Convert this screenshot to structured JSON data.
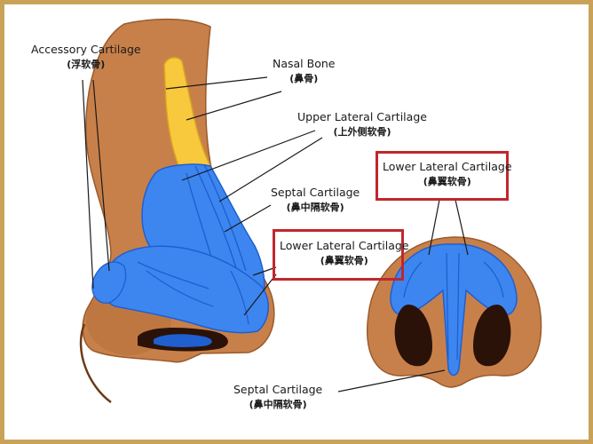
{
  "labels": {
    "accessory": {
      "en": "Accessory Cartilage",
      "zh": "(浮软骨)"
    },
    "nasal_bone": {
      "en": "Nasal Bone",
      "zh": "(鼻骨)"
    },
    "upper_lateral": {
      "en": "Upper Lateral Cartilage",
      "zh": "(上外侧软骨)"
    },
    "septal_side": {
      "en": "Septal Cartilage",
      "zh": "(鼻中隔软骨)"
    },
    "lower_lateral_side": {
      "en": "Lower Lateral Cartilage",
      "zh": "(鼻翼软骨)"
    },
    "lower_lateral_bottom": {
      "en": "Lower Lateral Cartilage",
      "zh": "(鼻翼软骨)"
    },
    "septal_bottom": {
      "en": "Septal Cartilage",
      "zh": "(鼻中隔软骨)"
    }
  },
  "colors": {
    "skin": "#c8804a",
    "skin_dark": "#9a5b2c",
    "cartilage_blue": "#3d86f0",
    "cartilage_line": "#1f5fd0",
    "bone_yellow": "#f8c93c",
    "nostril": "#2a1208",
    "highlight_box": "#c0272d",
    "frame": "#c9a25a"
  }
}
